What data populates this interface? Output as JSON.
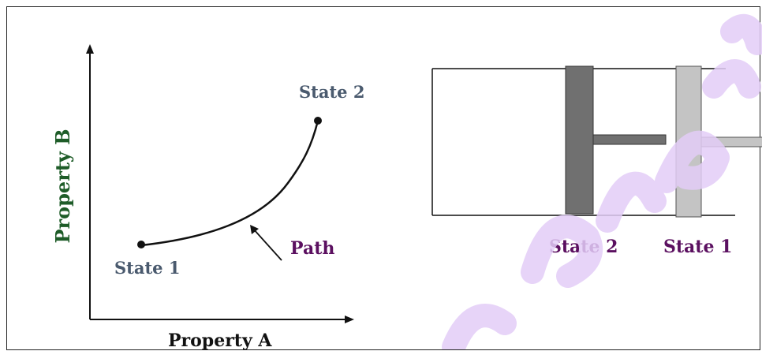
{
  "diagram": {
    "graph": {
      "y_axis_label": "Property B",
      "x_axis_label": "Property A",
      "state1_label": "State 1",
      "state2_label": "State 2",
      "path_label": "Path"
    },
    "piston": {
      "state2_label": "State 2",
      "state1_label": "State 1"
    }
  },
  "colors": {
    "green_label": "#1e5c28",
    "purple_label": "#5b1060",
    "gray_label": "#4a5a6e",
    "piston_state2": "#707070",
    "piston_state1": "#c4c4c4",
    "watermark": "#e3cdf7"
  }
}
